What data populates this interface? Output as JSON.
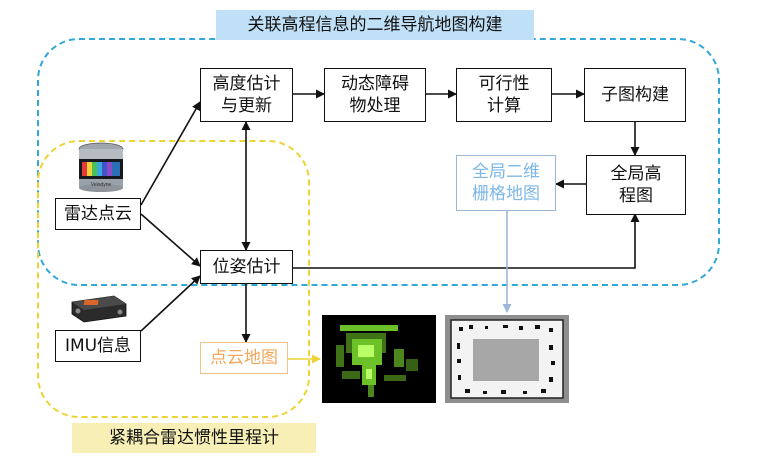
{
  "diagram": {
    "title_top": "关联高程信息的二维导航地图构建",
    "title_bottom": "紧耦合雷达惯性里程计",
    "nodes": {
      "height_estimate": "高度估计\n与更新",
      "dynamic_obstacle": "动态障碍\n物处理",
      "feasibility": "可行性\n计算",
      "submap_build": "子图构建",
      "global_elevation": "全局高\n程图",
      "global_grid": "全局二维\n栅格地图",
      "lidar_pointcloud": "雷达点云",
      "pose_estimate": "位姿估计",
      "imu_info": "IMU信息",
      "pointcloud_map": "点云地图"
    },
    "device_labels": {
      "lidar_brand": "Velodyne"
    },
    "colors": {
      "blue_region": "#33a8d8",
      "yellow_region": "#ecd437",
      "blue_text": "#7db7e8",
      "orange_text": "#f0a75b",
      "pointcloud_green": "#7fe22f"
    }
  }
}
